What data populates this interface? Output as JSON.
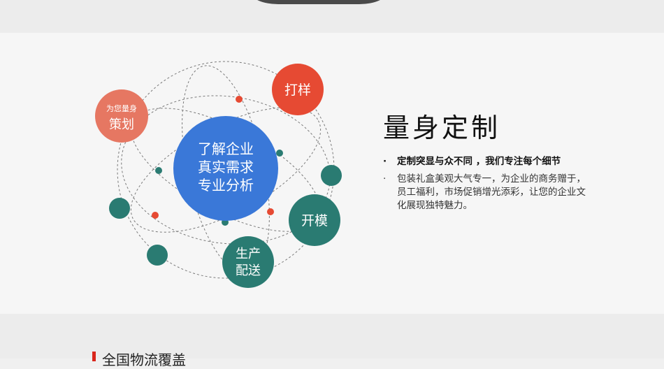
{
  "nodes": {
    "center": [
      "了解企业",
      "真实需求",
      "专业分析"
    ],
    "proof": "打样",
    "plan_small": "为您量身",
    "plan_big": "策划",
    "mold": "开模",
    "produce": [
      "生产",
      "配送"
    ]
  },
  "content": {
    "heading": "量身定制",
    "bullet_marker": "·",
    "bullet_1": "定制突显与众不同 ，我们专注每个细节",
    "bullet_2": "包装礼盒美观大气专一，为企业的商务赠于，员工福利，市场促销增光添彩，让您的企业文化展现独特魅力。"
  },
  "next_section": {
    "title": "全国物流覆盖"
  },
  "colors": {
    "blue": "#3a78d8",
    "red": "#e64a33",
    "salmon": "#e67762",
    "teal": "#2a7b72",
    "accent": "#d9261c"
  }
}
